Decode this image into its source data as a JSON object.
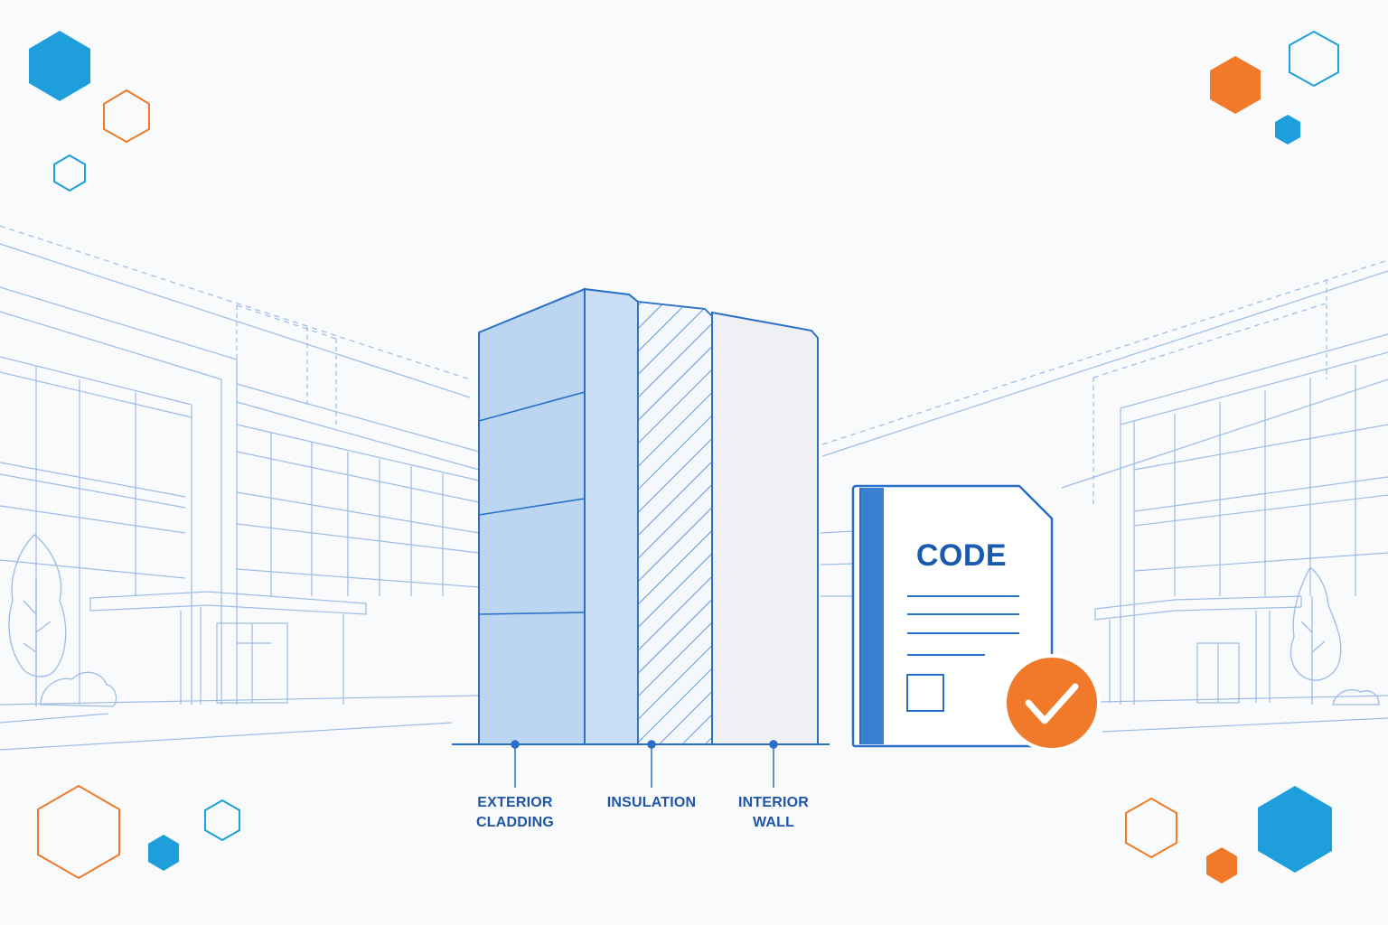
{
  "colors": {
    "line": "#2a6fc9",
    "line_light": "#9dbbe6",
    "cladding_fill": "#bcd6f2",
    "insulation_fill": "#f4f7fc",
    "interior_fill": "#eef0f3",
    "accent_blue": "#1e9fdc",
    "accent_orange": "#f07a2a",
    "label_text": "#1e55a8"
  },
  "labels": {
    "exterior_cladding": {
      "line1": "EXTERIOR",
      "line2": "CLADDING"
    },
    "insulation": {
      "line1": "INSULATION"
    },
    "interior_wall": {
      "line1": "INTERIOR",
      "line2": "WALL"
    }
  },
  "code_book": {
    "title": "CODE",
    "badge_icon": "checkmark-icon"
  },
  "icons": {
    "decor": "hexagon-icon",
    "tree": "tree-icon",
    "building": "building-icon"
  }
}
